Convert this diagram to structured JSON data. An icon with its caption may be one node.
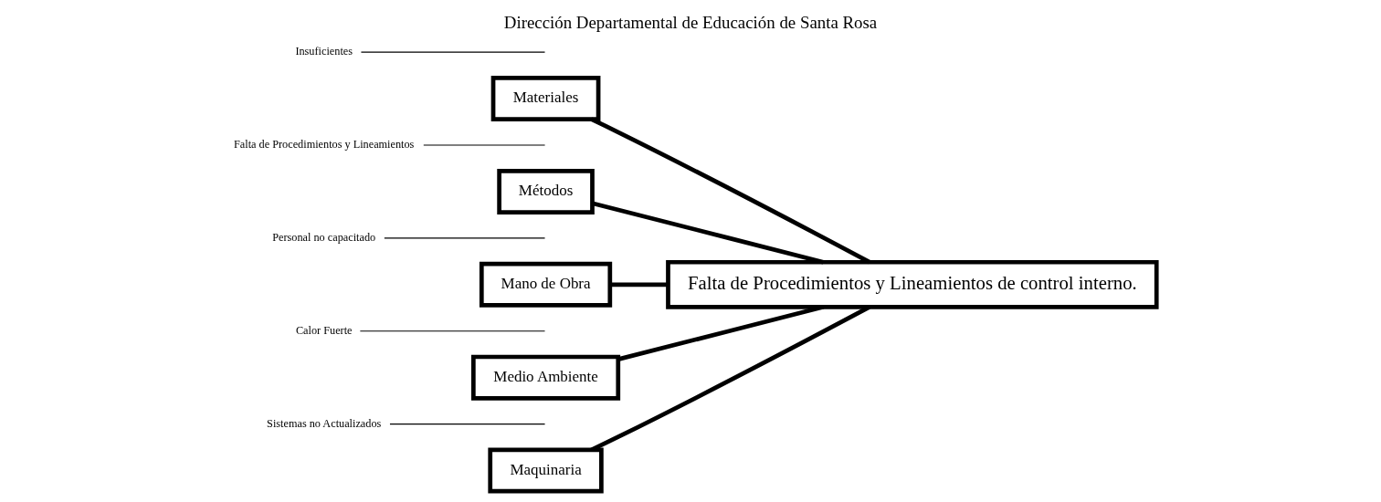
{
  "diagram": {
    "title": "Dirección Departamental de Educación de Santa Rosa",
    "nodes": [
      {
        "text": [
          "Maquinaria"
        ]
      },
      {
        "text": [
          "Materiales"
        ]
      },
      {
        "text": [
          "Métodos"
        ]
      },
      {
        "text": [
          "Sistemas no Actualizados"
        ]
      },
      {
        "text": [
          "Insuficientes"
        ]
      },
      {
        "text": [
          "Falta de Procedimientos y Lineamientos"
        ]
      },
      {
        "text": [
          "Falta de Procedimientos y Lineamientos de control interno."
        ]
      },
      {
        "text": [
          "Personal no capacitado"
        ]
      },
      {
        "text": [
          "Calor Fuerte"
        ]
      },
      {
        "text": [
          "Mano de Obra"
        ]
      },
      {
        "text": [
          "Medio Ambiente"
        ]
      }
    ],
    "edges": [
      {
        "from": 0,
        "to": 6,
        "arrow": "none",
        "style": "thick"
      },
      {
        "from": 1,
        "to": 6,
        "arrow": "none",
        "style": "thick"
      },
      {
        "from": 2,
        "to": 6,
        "arrow": "none",
        "style": "thick"
      },
      {
        "from": 9,
        "to": 6,
        "arrow": "none",
        "style": "thick"
      },
      {
        "from": 10,
        "to": 6,
        "arrow": "none",
        "style": "thick"
      },
      {
        "from": 3,
        "to": null,
        "arrow": "none"
      },
      {
        "from": 4,
        "to": null,
        "arrow": "none"
      },
      {
        "from": 5,
        "to": null,
        "arrow": "none"
      },
      {
        "from": 7,
        "to": null,
        "arrow": "none"
      },
      {
        "from": 8,
        "to": null,
        "arrow": "none"
      }
    ]
  }
}
